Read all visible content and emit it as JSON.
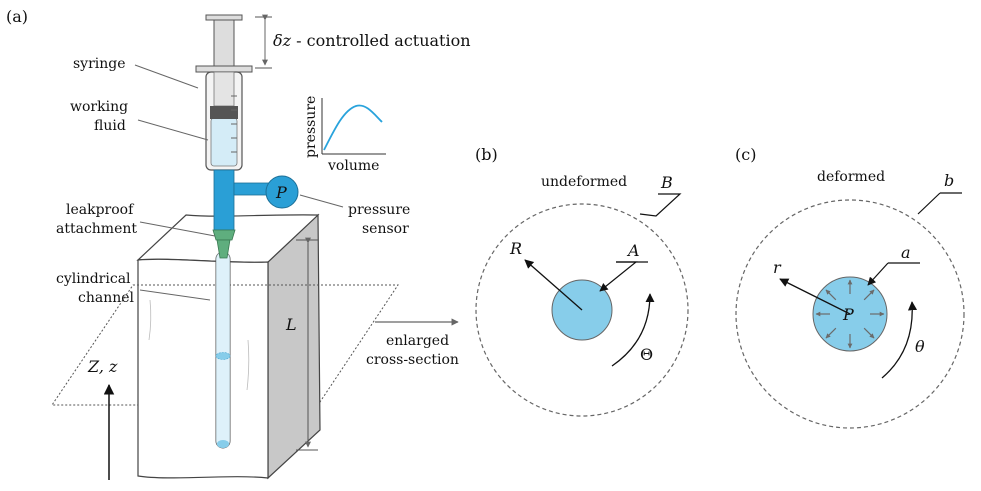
{
  "panels": {
    "a": "(a)",
    "b": "(b)",
    "c": "(c)"
  },
  "labels": {
    "delta_z": "δz",
    "actuation": " - controlled actuation",
    "syringe": "syringe",
    "working_fluid_1": "working",
    "working_fluid_2": "fluid",
    "leakproof_1": "leakproof",
    "leakproof_2": "attachment",
    "channel_1": "cylindrical",
    "channel_2": "channel",
    "pressure_sensor_1": "pressure",
    "pressure_sensor_2": "sensor",
    "P": "P",
    "L": "L",
    "Zz": "Z, z",
    "enlarged_1": "enlarged",
    "enlarged_2": "cross-section"
  },
  "inset_plot": {
    "ylabel": "pressure",
    "xlabel": "volume",
    "curve_color": "#29a3dc"
  },
  "undeformed": {
    "title": "undeformed",
    "outer": "B",
    "inner": "A",
    "radius": "R",
    "angle": "Θ"
  },
  "deformed": {
    "title": "deformed",
    "outer": "b",
    "inner": "a",
    "radius": "r",
    "angle": "θ",
    "pressure": "P"
  },
  "colors": {
    "fluid": "#87cdea",
    "tube_blue": "#2a9fd6",
    "attachment_green": "#5fae7e",
    "block_side": "#c8c8c8",
    "plunger": "#555555"
  }
}
